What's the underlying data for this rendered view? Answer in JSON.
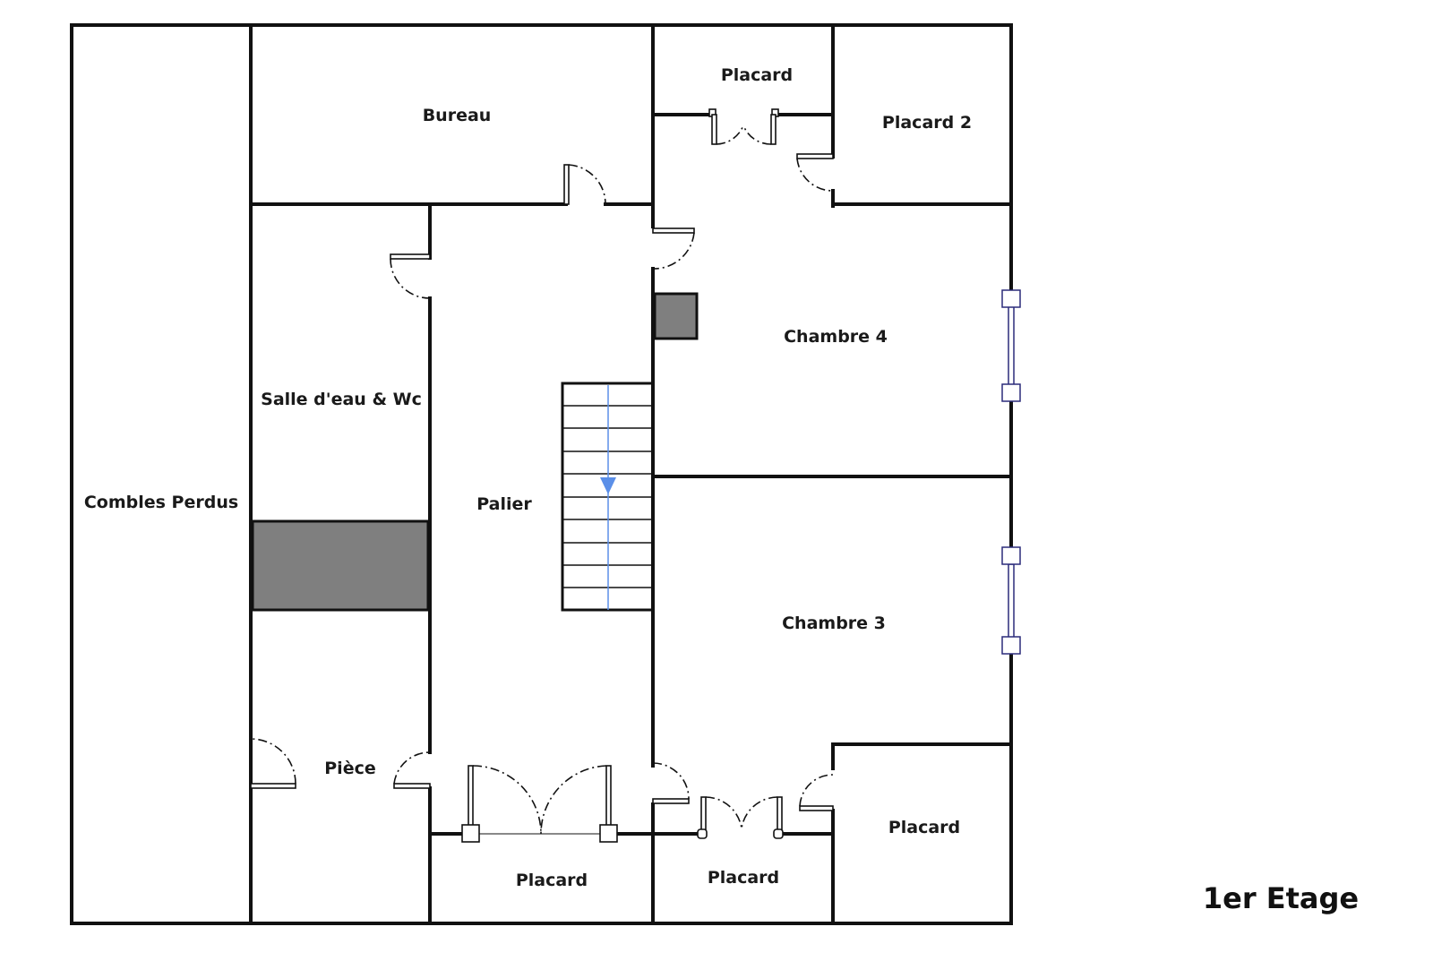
{
  "plan": {
    "floor_title": "1er Etage",
    "rooms": {
      "combles_perdus": "Combles Perdus",
      "bureau": "Bureau",
      "placard_top": "Placard",
      "placard_2": "Placard 2",
      "salle_eau": "Salle d'eau & Wc",
      "palier": "Palier",
      "chambre_4": "Chambre 4",
      "chambre_3": "Chambre 3",
      "piece": "Pièce",
      "placard_bottom_left": "Placard",
      "placard_bottom_mid": "Placard",
      "placard_bottom_right": "Placard"
    },
    "colors": {
      "wall": "#111111",
      "fill_dark": "#7f7f7f",
      "stair_arrow": "#5b8fe8",
      "window": "#2b2b7a"
    }
  }
}
